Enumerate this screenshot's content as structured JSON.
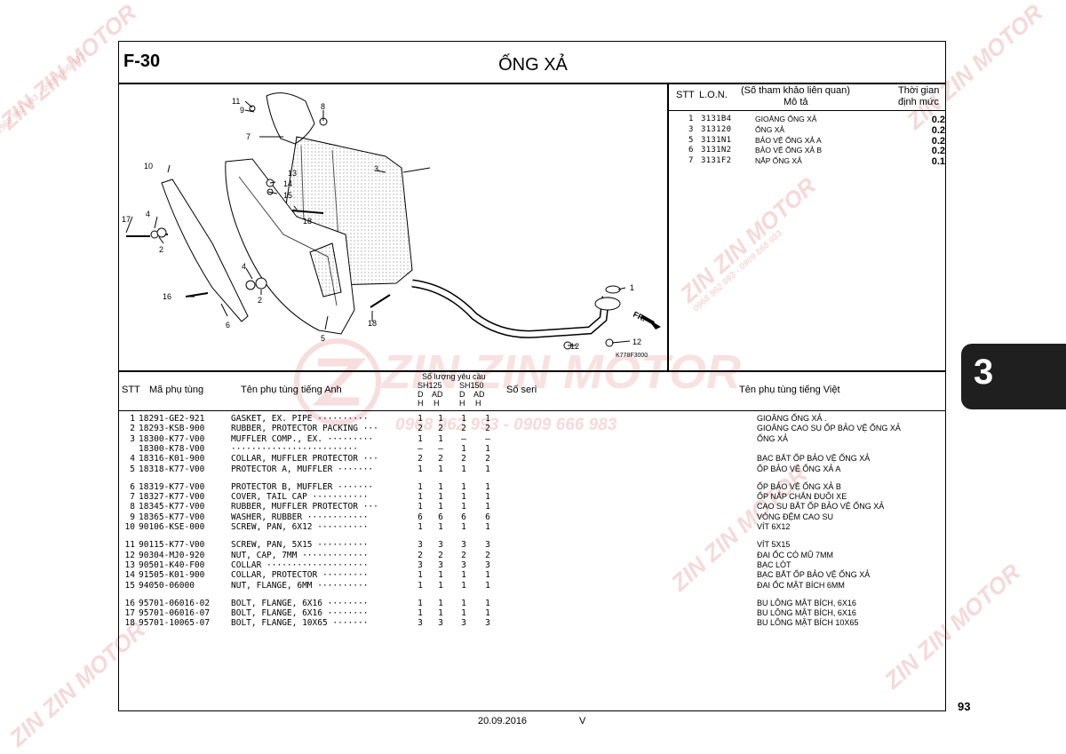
{
  "page": {
    "code": "F-30",
    "title": "ỐNG XẢ",
    "section_number": "3",
    "page_number": "93",
    "date": "20.09.2016",
    "version": "V"
  },
  "watermark": {
    "brand": "ZIN ZIN MOTOR",
    "phone": "0968 962 993 - 0909 666 983"
  },
  "diagram": {
    "code": "K778F3000",
    "front_label": "FR.",
    "callouts": [
      "11",
      "9",
      "8",
      "7",
      "10",
      "14",
      "15",
      "13",
      "3",
      "17",
      "4",
      "2",
      "18",
      "4",
      "2",
      "16",
      "6",
      "5",
      "18",
      "1",
      "12",
      "12"
    ]
  },
  "lon_table": {
    "col_stt": "STT",
    "col_lon": "L.O.N.",
    "col_ref": "(Số tham khảo liên quan)",
    "col_desc": "Mô tả",
    "col_time1": "Thời gian",
    "col_time2": "định mức",
    "rows": [
      {
        "no": "1",
        "code": "3131B4",
        "desc": "GIOĂNG ỐNG XẢ",
        "time": "0.2"
      },
      {
        "no": "3",
        "code": "313120",
        "desc": "ỐNG XẢ",
        "time": "0.2"
      },
      {
        "no": "5",
        "code": "3131N1",
        "desc": "BẢO VỆ ỐNG XẢ A",
        "time": "0.2"
      },
      {
        "no": "6",
        "code": "3131N2",
        "desc": "BẢO VỆ ỐNG XẢ B",
        "time": "0.2"
      },
      {
        "no": "7",
        "code": "3131F2",
        "desc": "NẮP ỐNG XẢ",
        "time": "0.1"
      }
    ]
  },
  "parts_table": {
    "col_stt": "STT",
    "col_part": "Mã phụ tùng",
    "col_en": "Tên phụ tùng tiếng Anh",
    "col_qty": "Số lượng yêu cầu",
    "model1": "SH125",
    "model2": "SH150",
    "sub_d": "D",
    "sub_ad": "AD",
    "sub_h": "H",
    "col_serial": "Số seri",
    "col_vi": "Tên phụ tùng tiếng Việt",
    "rows": [
      {
        "no": "1",
        "part": "18291-GE2-921",
        "en": "GASKET, EX. PIPE ··········",
        "q": [
          "1",
          "1",
          "1",
          "1"
        ],
        "vi": "GIOĂNG ỐNG XẢ ."
      },
      {
        "no": "2",
        "part": "18293-KSB-900",
        "en": "RUBBER, PROTECTOR PACKING ···",
        "q": [
          "2",
          "2",
          "2",
          "2"
        ],
        "vi": "GIOĂNG CAO SU ỐP BẢO VỆ ỐNG XẢ"
      },
      {
        "no": "3",
        "part": "18300-K77-V00",
        "en": "MUFFLER COMP., EX. ·········",
        "q": [
          "1",
          "1",
          "–",
          "–"
        ],
        "vi": "ỐNG XẢ"
      },
      {
        "no": "",
        "part": "18300-K78-V00",
        "en": " ·························",
        "q": [
          "–",
          "–",
          "1",
          "1"
        ],
        "vi": ""
      },
      {
        "no": "4",
        "part": "18316-K01-900",
        "en": "COLLAR, MUFFLER PROTECTOR ···",
        "q": [
          "2",
          "2",
          "2",
          "2"
        ],
        "vi": "BẠC BẮT ỐP BẢO VỆ ỐNG XẢ"
      },
      {
        "no": "5",
        "part": "18318-K77-V00",
        "en": "PROTECTOR A, MUFFLER ·······",
        "q": [
          "1",
          "1",
          "1",
          "1"
        ],
        "vi": "ỐP BẢO VỆ ỐNG XẢ A"
      },
      {
        "no": "6",
        "part": "18319-K77-V00",
        "en": "PROTECTOR B, MUFFLER ·······",
        "q": [
          "1",
          "1",
          "1",
          "1"
        ],
        "vi": "ỐP BẢO VỆ ỐNG XẢ B"
      },
      {
        "no": "7",
        "part": "18327-K77-V00",
        "en": "COVER, TAIL CAP ···········",
        "q": [
          "1",
          "1",
          "1",
          "1"
        ],
        "vi": "ỐP NẮP CHẮN ĐUÔI XE"
      },
      {
        "no": "8",
        "part": "18345-K77-V00",
        "en": "RUBBER, MUFFLER PROTECTOR ···",
        "q": [
          "1",
          "1",
          "1",
          "1"
        ],
        "vi": "CAO SU BẮT ỐP BẢO VỆ ỐNG XẢ"
      },
      {
        "no": "9",
        "part": "18365-K77-V00",
        "en": "WASHER, RUBBER ············",
        "q": [
          "6",
          "6",
          "6",
          "6"
        ],
        "vi": "VÒNG ĐỆM CAO SU"
      },
      {
        "no": "10",
        "part": "90106-KSE-000",
        "en": "SCREW, PAN, 6X12 ··········",
        "q": [
          "1",
          "1",
          "1",
          "1"
        ],
        "vi": "VÍT 6X12"
      },
      {
        "no": "11",
        "part": "90115-K77-V00",
        "en": "SCREW, PAN, 5X15 ··········",
        "q": [
          "3",
          "3",
          "3",
          "3"
        ],
        "vi": "VÍT 5X15"
      },
      {
        "no": "12",
        "part": "90304-MJ0-920",
        "en": "NUT, CAP, 7MM ·············",
        "q": [
          "2",
          "2",
          "2",
          "2"
        ],
        "vi": "ĐAI ỐC CÓ MŨ 7MM"
      },
      {
        "no": "13",
        "part": "90501-K40-F00",
        "en": "COLLAR ····················",
        "q": [
          "3",
          "3",
          "3",
          "3"
        ],
        "vi": "BẠC LÓT"
      },
      {
        "no": "14",
        "part": "91505-K01-900",
        "en": "COLLAR, PROTECTOR ·········",
        "q": [
          "1",
          "1",
          "1",
          "1"
        ],
        "vi": "BẠC BẮT ỐP BẢO VỆ ỐNG XẢ"
      },
      {
        "no": "15",
        "part": "94050-06000",
        "en": "NUT, FLANGE, 6MM ··········",
        "q": [
          "1",
          "1",
          "1",
          "1"
        ],
        "vi": "ĐAI ỐC MẶT BÍCH 6MM"
      },
      {
        "no": "16",
        "part": "95701-06016-02",
        "en": "BOLT, FLANGE, 6X16 ········",
        "q": [
          "1",
          "1",
          "1",
          "1"
        ],
        "vi": "BU LÔNG MẶT BÍCH, 6X16"
      },
      {
        "no": "17",
        "part": "95701-06016-07",
        "en": "BOLT, FLANGE, 6X16 ········",
        "q": [
          "1",
          "1",
          "1",
          "1"
        ],
        "vi": "BU LÔNG MẶT BÍCH, 6X16"
      },
      {
        "no": "18",
        "part": "95701-10065-07",
        "en": "BOLT, FLANGE, 10X65 ·······",
        "q": [
          "3",
          "3",
          "3",
          "3"
        ],
        "vi": "BU LÔNG MẶT BÍCH 10X65"
      }
    ]
  }
}
